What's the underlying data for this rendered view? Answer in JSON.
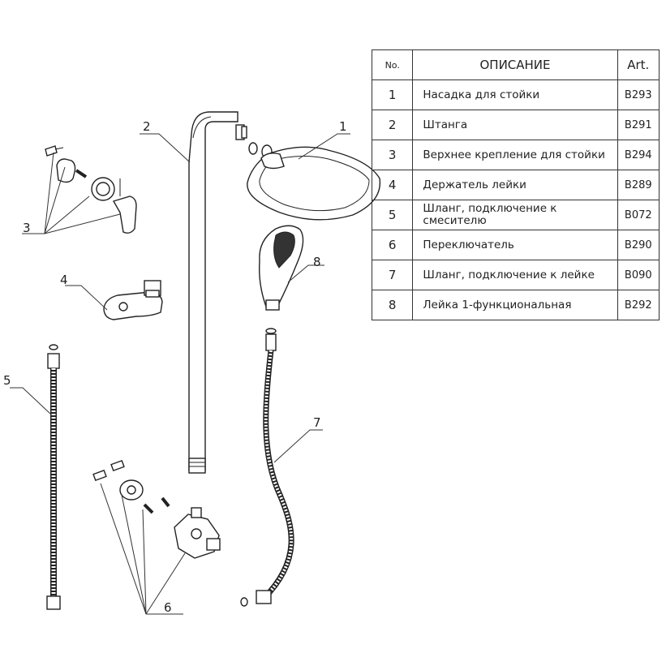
{
  "table": {
    "headers": {
      "no": "No.",
      "description": "ОПИСАНИЕ",
      "art": "Art."
    },
    "rows": [
      {
        "no": "1",
        "description": "Насадка для стойки",
        "art": "B293"
      },
      {
        "no": "2",
        "description": "Штанга",
        "art": "B291"
      },
      {
        "no": "3",
        "description": "Верхнее крепление для стойки",
        "art": "B294"
      },
      {
        "no": "4",
        "description": "Держатель лейки",
        "art": "B289"
      },
      {
        "no": "5",
        "description": "Шланг, подключение к смесителю",
        "art": "B072"
      },
      {
        "no": "6",
        "description": "Переключатель",
        "art": "B290"
      },
      {
        "no": "7",
        "description": "Шланг, подключение к лейке",
        "art": "B090"
      },
      {
        "no": "8",
        "description": "Лейка 1-функциональная",
        "art": "B292"
      }
    ]
  },
  "callouts": [
    "1",
    "2",
    "3",
    "4",
    "5",
    "6",
    "7",
    "8"
  ]
}
